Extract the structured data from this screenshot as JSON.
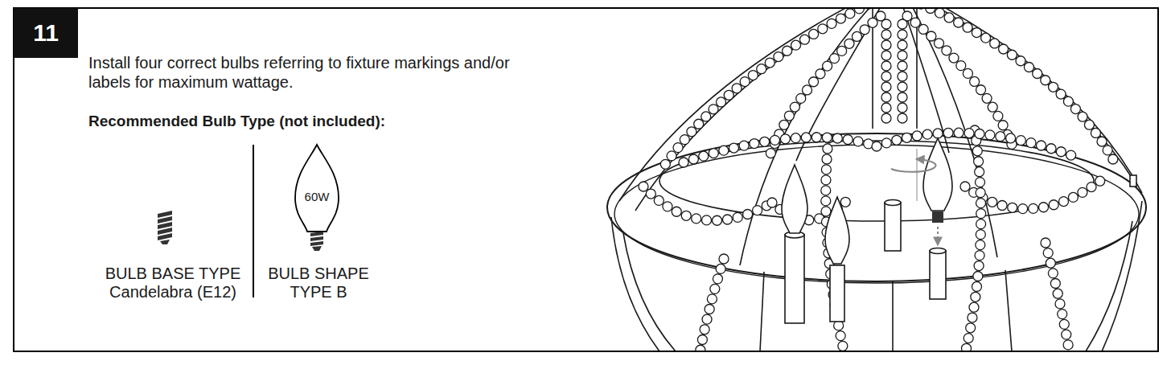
{
  "diagram": {
    "nodes": [
      {
        "text": [
          "11"
        ]
      }
    ],
    "labels": [
      "Install four correct bulbs referring to fixture markings and/or labels for maximum wattage.",
      "Recommended Bulb Type (not included):",
      "60W",
      "BULB BASE TYPE Candelabra (E12)",
      "BULB SHAPE TYPE B"
    ]
  }
}
